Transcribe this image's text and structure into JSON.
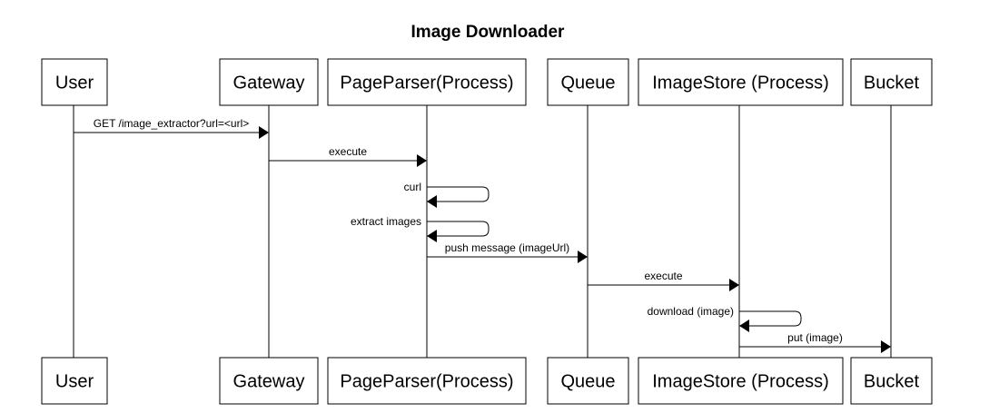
{
  "diagram": {
    "title": "Image Downloader",
    "participants": [
      {
        "id": "user",
        "label": "User"
      },
      {
        "id": "gateway",
        "label": "Gateway"
      },
      {
        "id": "pageparser",
        "label": "PageParser(Process)"
      },
      {
        "id": "queue",
        "label": "Queue"
      },
      {
        "id": "imagestore",
        "label": "ImageStore (Process)"
      },
      {
        "id": "bucket",
        "label": "Bucket"
      }
    ],
    "messages": [
      {
        "from": "user",
        "to": "gateway",
        "label": "GET /image_extractor?url=<url>"
      },
      {
        "from": "gateway",
        "to": "pageparser",
        "label": "execute"
      },
      {
        "from": "pageparser",
        "to": "pageparser",
        "label": "curl"
      },
      {
        "from": "pageparser",
        "to": "pageparser",
        "label": "extract images"
      },
      {
        "from": "pageparser",
        "to": "queue",
        "label": "push message (imageUrl)"
      },
      {
        "from": "queue",
        "to": "imagestore",
        "label": "execute"
      },
      {
        "from": "imagestore",
        "to": "imagestore",
        "label": "download (image)"
      },
      {
        "from": "imagestore",
        "to": "bucket",
        "label": "put (image)"
      }
    ]
  }
}
